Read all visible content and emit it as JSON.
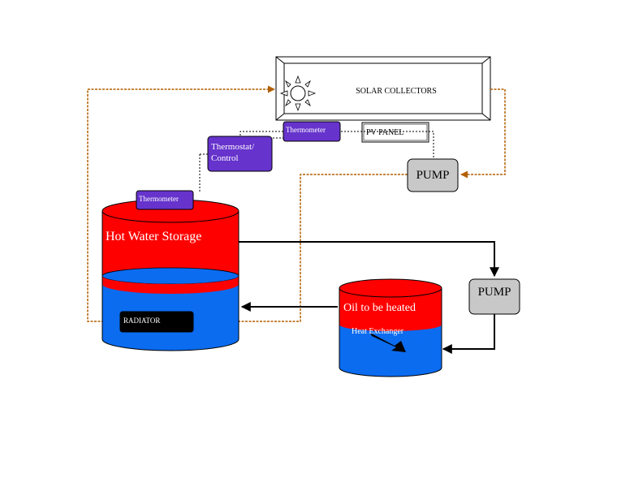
{
  "labels": {
    "solar_collectors": "SOLAR COLLECTORS",
    "pv_panel": "PV PANEL",
    "thermometer_top": "Thermometer",
    "thermostat_line1": "Thermostat/",
    "thermostat_line2": "Control",
    "pump_top": "PUMP",
    "thermometer_left": "Thermometer",
    "hot_water_storage": "Hot Water Storage",
    "radiator": "RADIATOR",
    "pump_right": "PUMP",
    "oil_to_be_heated": "Oil to be heated",
    "heat_exchanger": "Heat Exchanger"
  },
  "colors": {
    "tank_hot": "#ff0000",
    "tank_cold": "#0b6cf0",
    "sensor": "#6633cc",
    "pump": "#c8c8c8",
    "solar_pipe": "#b25f00",
    "flow_line": "#000000",
    "radiator": "#000000"
  },
  "icons": {
    "sun": "sun-icon",
    "heat_exchanger": "heat-exchanger-icon"
  }
}
